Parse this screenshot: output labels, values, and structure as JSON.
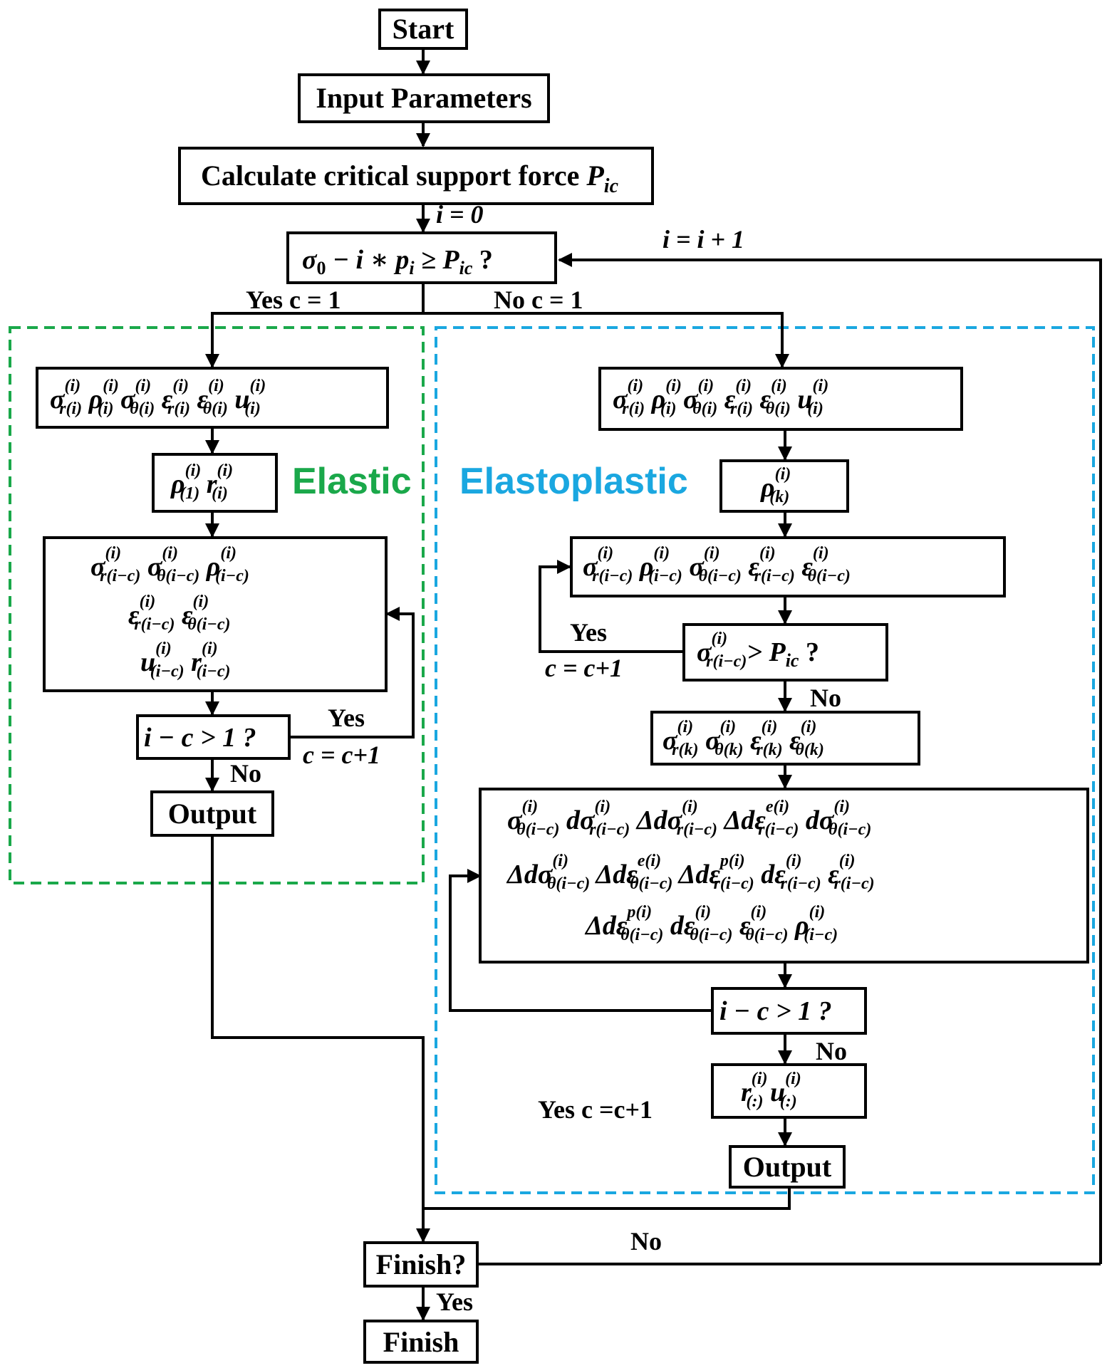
{
  "regions": {
    "elastic_label": "Elastic",
    "elastoplastic_label": "Elastoplastic",
    "elastic_color": "#1aa84a",
    "elastoplastic_color": "#1aa7e0"
  },
  "nodes": {
    "start": "Start",
    "input": "Input Parameters",
    "calc": "Calculate critical support force P_ic",
    "decision_main": "σ0 − i * pi ≥ P_ic ?",
    "el_state": "σr(i)(i) ρ(i)(i) σθ(i)(i) εr(i)(i) εθ(i)(i) u(i)(i)",
    "el_rho": "ρ(i)(1) r(i)(i)",
    "el_loop_l1": "σr(i)(i−c) σθ(i)(i−c) ρ(i)(i−c)",
    "el_loop_l2": "εr(i)(i−c) εθ(i)(i−c)",
    "el_loop_l3": "u(i)(i−c) r(i)(i−c)",
    "el_check": "i − c > 1 ?",
    "el_output": "Output",
    "ep_state": "σr(i)(i) ρ(i)(i) σθ(i)(i) εr(i)(i) εθ(i)(i) u(i)(i)",
    "ep_rho": "ρ(i)(k)",
    "ep_loop": "σr(i)(i−c) ρ(i)(i−c) σθ(i)(i−c) εr(i)(i−c) εθ(i)(i−c)",
    "ep_check_stress": "σr(i)(i−c) > P_ic ?",
    "ep_k": "σr(i)(k) σθ(i)(k) εr(i)(k) εθ(i)(k)",
    "ep_incr_l1": "σθ(i)(i−c) dσr(i)(i−c) Δdσr(i)(i−c) Δdεr e(i)(i−c) dσθ(i)(i−c)",
    "ep_incr_l2": "Δdσθ(i)(i−c) Δdεθ e(i)(i−c) Δdεr p(i)(i−c) dεr(i)(i−c) εr(i)(i−c)",
    "ep_incr_l3": "Δdεθ p(i)(i−c) dεθ(i)(i−c) εθ(i)(i−c) ρ(i)(i−c)",
    "ep_check": "i − c > 1 ?",
    "ep_ru": "r(i)(:) u(i)(:)",
    "ep_output": "Output",
    "finish_q": "Finish?",
    "finish": "Finish"
  },
  "labels": {
    "i0": "i = 0",
    "i_inc": "i = i + 1",
    "yes_c1": "Yes c = 1",
    "no_c1": "No c = 1",
    "el_yes": "Yes",
    "el_c_inc": "c = c+1",
    "el_no": "No",
    "ep_yes": "Yes",
    "ep_c_inc": "c = c+1",
    "ep_no1": "No",
    "ep_no2": "No",
    "ep_yes_c": "Yes c =c+1",
    "finish_no": "No",
    "finish_yes": "Yes"
  }
}
